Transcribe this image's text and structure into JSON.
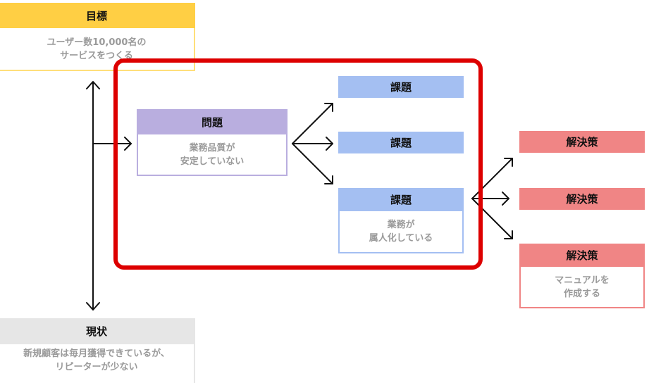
{
  "colors": {
    "goal": "#ffcf44",
    "goal_border": "#ffdf7a",
    "problem": "#b9aedf",
    "issue": "#a4bff2",
    "solution": "#f08585",
    "current": "#e6e6e6",
    "highlight_frame": "#dd0000"
  },
  "goal": {
    "title": "目標",
    "body": "ユーザー数10,000名の\nサービスをつくる"
  },
  "current": {
    "title": "現状",
    "body": "新規顧客は毎月獲得できているが、\nリピーターが少ない"
  },
  "problem": {
    "title": "問題",
    "body": "業務品質が\n安定していない"
  },
  "issues": [
    {
      "title": "課題"
    },
    {
      "title": "課題"
    },
    {
      "title": "課題",
      "body": "業務が\n属人化している"
    }
  ],
  "solutions": [
    {
      "title": "解決策"
    },
    {
      "title": "解決策"
    },
    {
      "title": "解決策",
      "body": "マニュアルを\n作成する"
    }
  ]
}
